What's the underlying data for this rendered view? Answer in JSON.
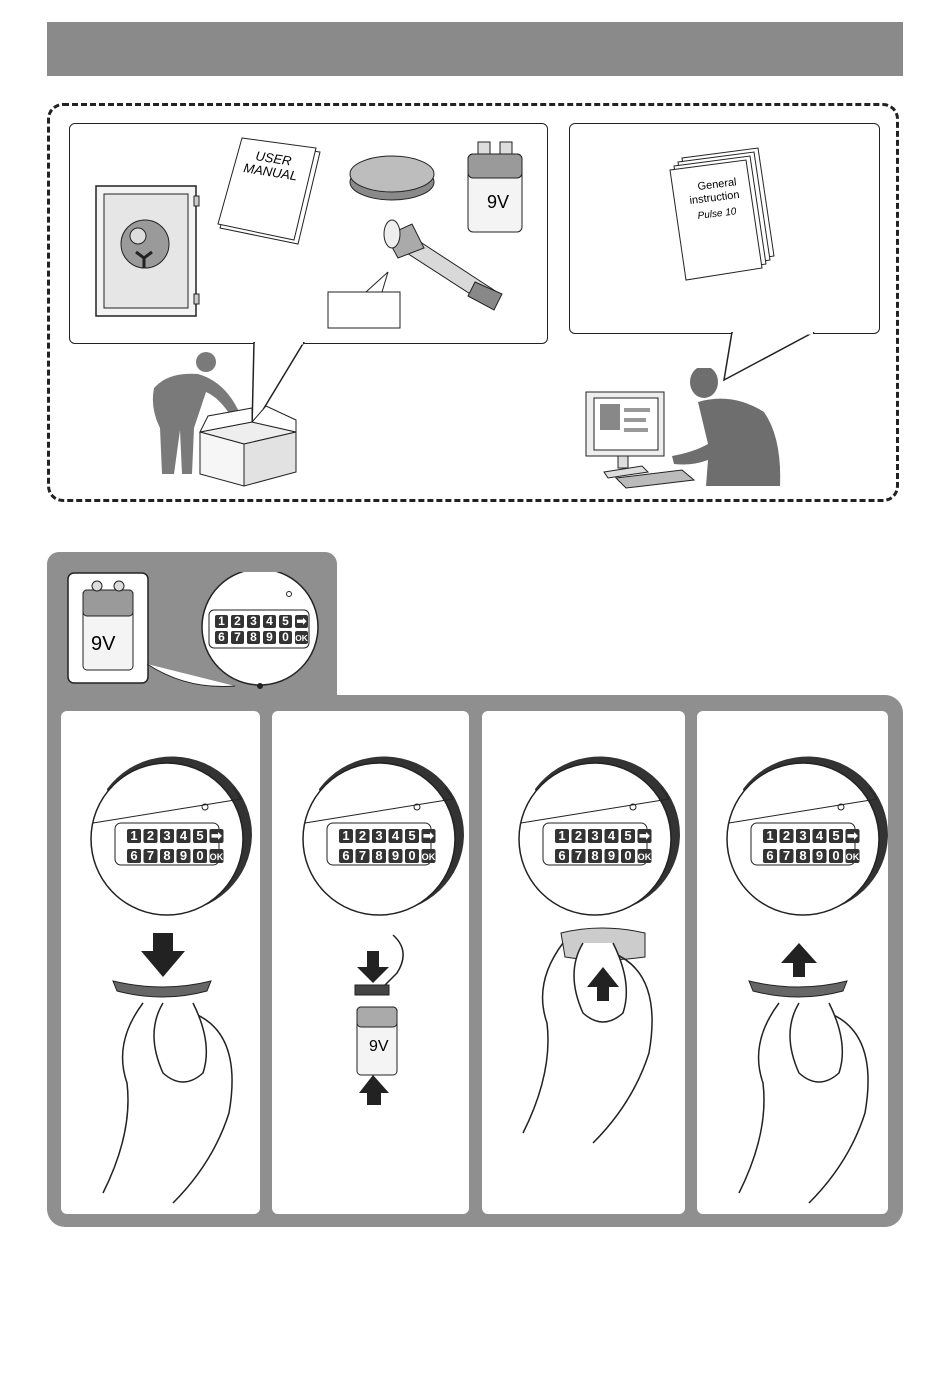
{
  "contents": {
    "manual_label_line1": "USER",
    "manual_label_line2": "MANUAL",
    "battery_label": "9V"
  },
  "download": {
    "booklet_line1": "General",
    "booklet_line2": "instruction",
    "booklet_line3": "Pulse 10"
  },
  "battery_location": {
    "battery_label": "9V",
    "keypad_keys_row1": [
      "1",
      "2",
      "3",
      "4",
      "5",
      "➡"
    ],
    "keypad_keys_row2": [
      "6",
      "7",
      "8",
      "9",
      "0",
      "OK"
    ]
  },
  "steps": {
    "keypad_row1": [
      "1",
      "2",
      "3",
      "4",
      "5",
      "➡"
    ],
    "keypad_row2": [
      "6",
      "7",
      "8",
      "9",
      "0",
      "OK"
    ],
    "battery_label": "9V"
  }
}
